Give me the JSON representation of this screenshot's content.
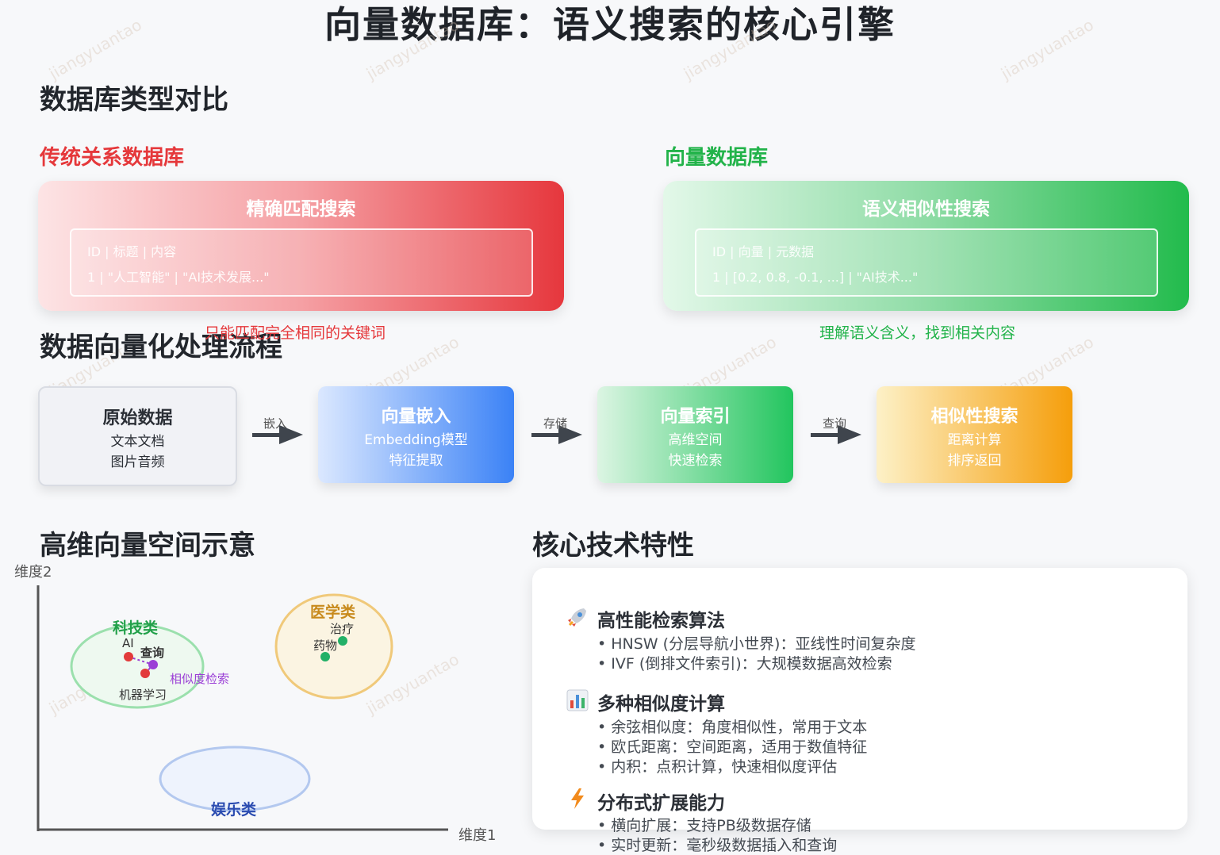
{
  "title": "向量数据库：语义搜索的核心引擎",
  "comparison": {
    "section_title": "数据库类型对比",
    "traditional": {
      "label": "传统关系数据库",
      "card_title": "精确匹配搜索",
      "row1": "ID | 标题 | 内容",
      "row2": "1 | \"人工智能\" | \"AI技术发展...\"",
      "caption": "只能匹配完全相同的关键词"
    },
    "vector": {
      "label": "向量数据库",
      "card_title": "语义相似性搜索",
      "row1": "ID | 向量 | 元数据",
      "row2": "1 | [0.2, 0.8, -0.1, ...] | \"AI技术...\"",
      "caption": "理解语义含义，找到相关内容"
    }
  },
  "flow": {
    "section_title": "数据向量化处理流程",
    "steps": [
      {
        "title": "原始数据",
        "line1": "文本文档",
        "line2": "图片音频"
      },
      {
        "title": "向量嵌入",
        "line1": "Embedding模型",
        "line2": "特征提取"
      },
      {
        "title": "向量索引",
        "line1": "高维空间",
        "line2": "快速检索"
      },
      {
        "title": "相似性搜索",
        "line1": "距离计算",
        "line2": "排序返回"
      }
    ],
    "arrows": [
      "嵌入",
      "存储",
      "查询"
    ]
  },
  "space": {
    "section_title": "高维向量空间示意",
    "y_axis": "维度2",
    "x_axis": "维度1",
    "clusters": {
      "tech": {
        "label": "科技类",
        "p1": "AI",
        "p2": "查询",
        "p3": "机器学习",
        "note": "相似度检索"
      },
      "medical": {
        "label": "医学类",
        "p1": "治疗",
        "p2": "药物"
      },
      "ent": {
        "label": "娱乐类"
      }
    },
    "colors": {
      "tech": "#22a04a",
      "medical": "#e0a030",
      "ent": "#2a4bb0",
      "query": "#9b3fd6",
      "point_red": "#e23b3b",
      "point_green": "#22b067"
    }
  },
  "features": {
    "section_title": "核心技术特性",
    "groups": [
      {
        "icon": "rocket-icon",
        "title": "高性能检索算法",
        "items": [
          "HNSW (分层导航小世界)：亚线性时间复杂度",
          "IVF (倒排文件索引)：大规模数据高效检索"
        ]
      },
      {
        "icon": "bar-chart-icon",
        "title": "多种相似度计算",
        "items": [
          "余弦相似度：角度相似性，常用于文本",
          "欧氏距离：空间距离，适用于数值特征",
          "内积：点积计算，快速相似度评估"
        ]
      },
      {
        "icon": "lightning-icon",
        "title": "分布式扩展能力",
        "items": [
          "横向扩展：支持PB级数据存储",
          "实时更新：毫秒级数据插入和查询"
        ]
      }
    ]
  },
  "watermark": "jiangyuantao"
}
